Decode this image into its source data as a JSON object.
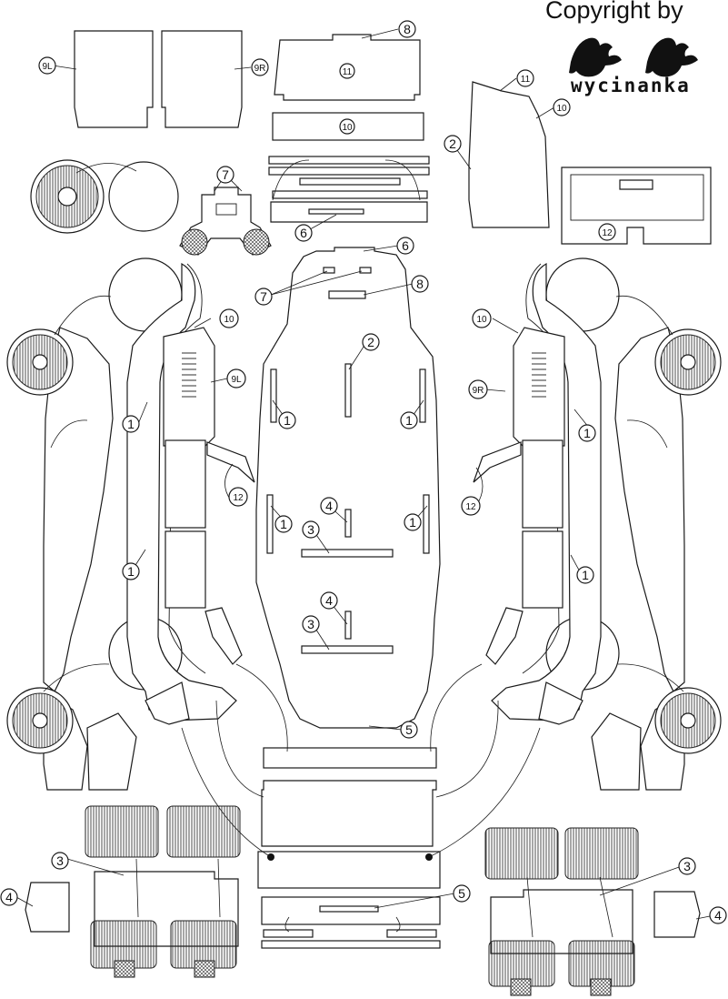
{
  "header": {
    "copyright": "Copyright by",
    "brand": "wycinanka",
    "logo_icon": "two-roosters-logo-icon"
  },
  "callouts": {
    "n1": "1",
    "n2": "2",
    "n3": "3",
    "n4": "4",
    "n5": "5",
    "n6": "6",
    "n7": "7",
    "n8": "8",
    "n9L": "9L",
    "n9R": "9R",
    "n10": "10",
    "n11": "11",
    "n12": "12"
  },
  "colors": {
    "line": "#1a1a1a",
    "background": "#ffffff"
  }
}
